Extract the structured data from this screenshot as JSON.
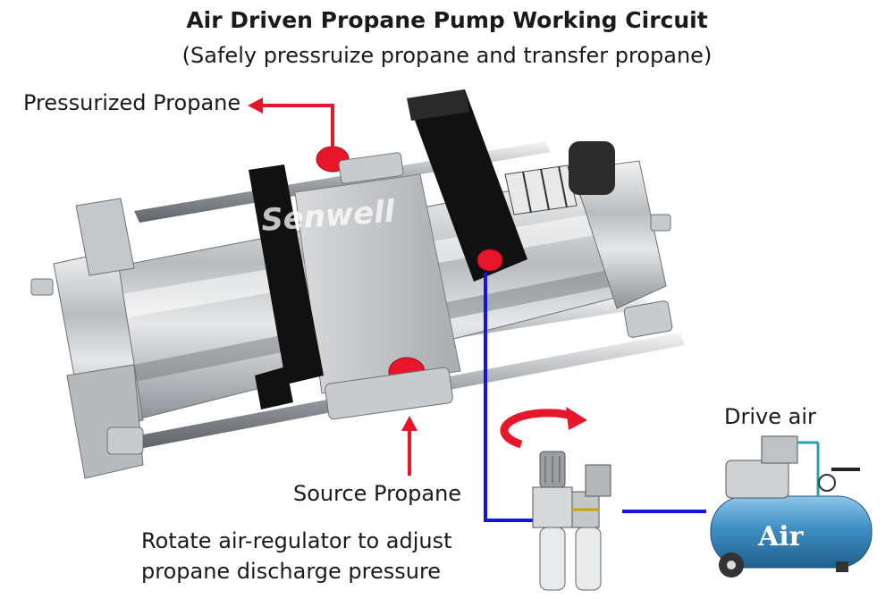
{
  "title": "Air Driven Propane Pump Working Circuit",
  "subtitle": "(Safely pressruize propane and  transfer propane)",
  "labels": {
    "pressurized": "Pressurized Propane",
    "source": "Source Propane",
    "drive_air": "Drive air",
    "regulator_line1": "Rotate air-regulator to adjust",
    "regulator_line2": "propane discharge pressure"
  },
  "watermark": "Senwell",
  "tank_label": "Air",
  "colors": {
    "arrow": "#e8162b",
    "air_line": "#1515d6",
    "pump_frame": "#111111",
    "cap": "#e8162b",
    "tank": "#3f8fc4"
  }
}
